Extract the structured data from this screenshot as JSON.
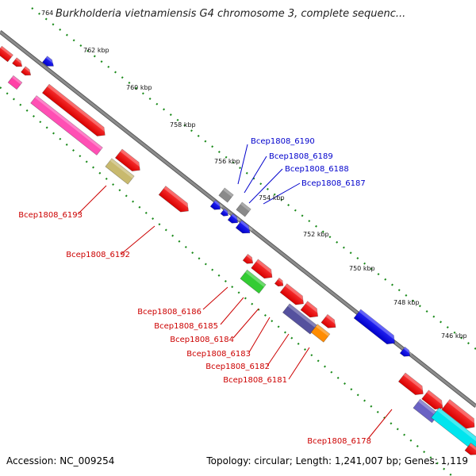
{
  "title": "Burkholderia vietnamiensis G4 chromosome 3, complete sequenc...",
  "footer": {
    "accession": "Accession: NC_009254",
    "summary": "Topology: circular; Length: 1,241,007 bp; Genes: 1,119"
  },
  "colors": {
    "backbone": "#8c8c8c",
    "tick_dots": "#1a8a1a",
    "label_red": "#cc0000",
    "label_blue": "#0000cc"
  },
  "ticks": [
    {
      "label": "764",
      "kbp": 764
    },
    {
      "label": "762 kbp",
      "kbp": 762
    },
    {
      "label": "760 kbp",
      "kbp": 760
    },
    {
      "label": "758 kbp",
      "kbp": 758
    },
    {
      "label": "756 kbp",
      "kbp": 756
    },
    {
      "label": "754 kbp",
      "kbp": 754
    },
    {
      "label": "752 kbp",
      "kbp": 752
    },
    {
      "label": "750 kbp",
      "kbp": 750
    },
    {
      "label": "748 kbp",
      "kbp": 748
    },
    {
      "label": "746 kbp",
      "kbp": 746
    }
  ],
  "gene_labels": [
    {
      "name": "Bcep1808_6190",
      "color": "blue"
    },
    {
      "name": "Bcep1808_6189",
      "color": "blue"
    },
    {
      "name": "Bcep1808_6188",
      "color": "blue"
    },
    {
      "name": "Bcep1808_6187",
      "color": "blue"
    },
    {
      "name": "Bcep1808_6193",
      "color": "red"
    },
    {
      "name": "Bcep1808_6192",
      "color": "red"
    },
    {
      "name": "Bcep1808_6186",
      "color": "red"
    },
    {
      "name": "Bcep1808_6185",
      "color": "red"
    },
    {
      "name": "Bcep1808_6184",
      "color": "red"
    },
    {
      "name": "Bcep1808_6183",
      "color": "red"
    },
    {
      "name": "Bcep1808_6182",
      "color": "red"
    },
    {
      "name": "Bcep1808_6181",
      "color": "red"
    },
    {
      "name": "Bcep1808_6178",
      "color": "red"
    }
  ]
}
